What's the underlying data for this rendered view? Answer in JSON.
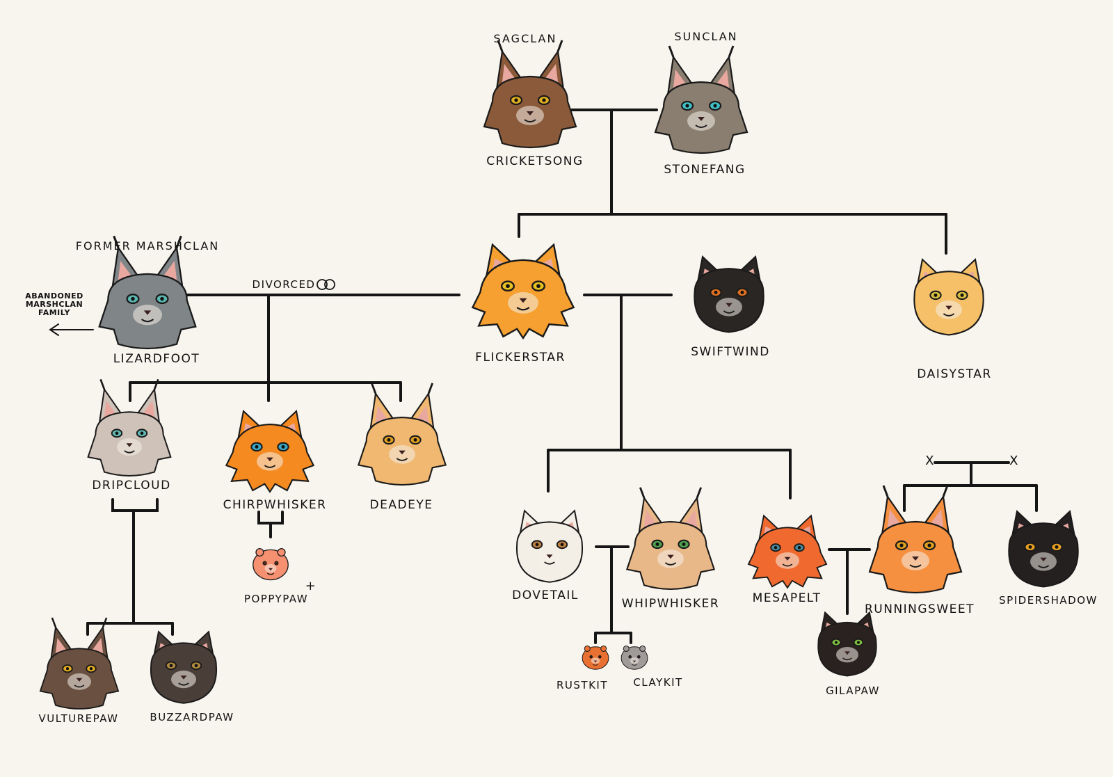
{
  "clans": {
    "sagclan": "SAGCLAN",
    "sunclan": "SUNCLAN",
    "former_marshclan": "FORMER MARSHCLAN"
  },
  "notes": {
    "abandoned": "ABANDONED\nMARSHCLAN\nFAMILY",
    "divorced": "DIVORCED"
  },
  "markers": {
    "unknown_parent": "X",
    "deceased": "+"
  },
  "cats": {
    "cricketsong": {
      "name": "CRICKETSONG",
      "fur": "#8a5a3a",
      "eye": "#e0b020"
    },
    "stonefang": {
      "name": "STONEFANG",
      "fur": "#8a7e70",
      "eye": "#40c0c8"
    },
    "lizardfoot": {
      "name": "LIZARDFOOT",
      "fur": "#808588",
      "eye": "#5ab8b0"
    },
    "flickerstar": {
      "name": "FLICKERSTAR",
      "fur": "#f5a030",
      "eye": "#e8c020"
    },
    "swiftwind": {
      "name": "SWIFTWIND",
      "fur": "#2a2624",
      "eye": "#e07020"
    },
    "daisystar": {
      "name": "DAISYSTAR",
      "fur": "#f5c068",
      "eye": "#d8c040"
    },
    "dripcloud": {
      "name": "DRIPCLOUD",
      "fur": "#cfc2b8",
      "eye": "#60b8b0"
    },
    "chirpwhisker": {
      "name": "CHIRPWHISKER",
      "fur": "#f58a20",
      "eye": "#3aa8c8"
    },
    "deadeye": {
      "name": "DEADEYE",
      "fur": "#f0b870",
      "eye": "#e0a020"
    },
    "poppypaw": {
      "name": "POPPYPAW",
      "fur": "#f59070",
      "eye": "#7a3a20"
    },
    "vulturepaw": {
      "name": "VULTUREPAW",
      "fur": "#6a5040",
      "eye": "#e8b020"
    },
    "buzzardpaw": {
      "name": "BUZZARDPAW",
      "fur": "#4a3e38",
      "eye": "#b08a40"
    },
    "dovetail": {
      "name": "DOVETAIL",
      "fur": "#f3efe6",
      "eye": "#c08040"
    },
    "whipwhisker": {
      "name": "WHIPWHISKER",
      "fur": "#e8b888",
      "eye": "#50a050"
    },
    "mesapelt": {
      "name": "MESAPELT",
      "fur": "#f06a30",
      "eye": "#4a8a9a"
    },
    "runningsweet": {
      "name": "RUNNINGSWEET",
      "fur": "#f59040",
      "eye": "#e0a020"
    },
    "spidershadow": {
      "name": "SPIDERSHADOW",
      "fur": "#242020",
      "eye": "#e8a020"
    },
    "rustkit": {
      "name": "RUSTKIT",
      "fur": "#e87030",
      "eye": "#3a2010"
    },
    "claykit": {
      "name": "CLAYKIT",
      "fur": "#a09a98",
      "eye": "#3a2a2a"
    },
    "gilapaw": {
      "name": "GILAPAW",
      "fur": "#2a2220",
      "eye": "#80c040"
    }
  }
}
